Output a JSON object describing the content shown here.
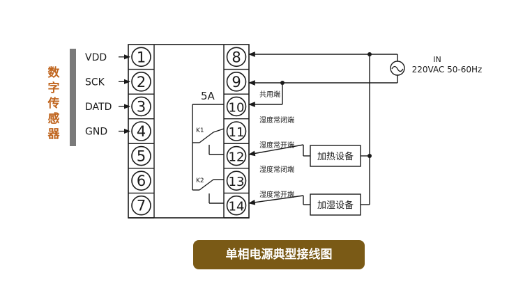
{
  "sensor_group_label": "数字传感器",
  "left_terminals": [
    {
      "num": "1",
      "signal": "VDD"
    },
    {
      "num": "2",
      "signal": "SCK"
    },
    {
      "num": "3",
      "signal": "DATD"
    },
    {
      "num": "4",
      "signal": "GND"
    },
    {
      "num": "5",
      "signal": ""
    },
    {
      "num": "6",
      "signal": ""
    },
    {
      "num": "7",
      "signal": ""
    }
  ],
  "right_terminals": [
    "8",
    "9",
    "10",
    "11",
    "12",
    "13",
    "14"
  ],
  "relay_rating": "5A",
  "relays": [
    "K1",
    "K2"
  ],
  "terminal_labels": [
    "共用端",
    "湿度常闭端",
    "湿度常开端",
    "湿度常闭端",
    "湿度常开端"
  ],
  "power": {
    "label_in": "IN",
    "spec": "220VAC 50-60Hz"
  },
  "devices": [
    "加热设备",
    "加湿设备"
  ],
  "caption": "单相电源典型接线图",
  "colors": {
    "line": "#1a1a1a",
    "sensor_label": "#c0651e",
    "caption_bg": "#7a5a16"
  }
}
